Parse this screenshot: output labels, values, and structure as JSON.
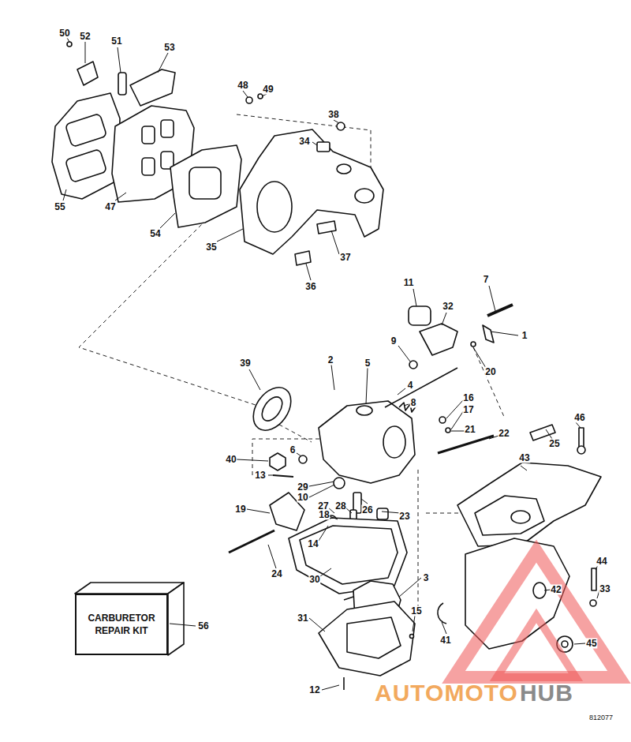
{
  "diagram": {
    "nodes": [
      {
        "text": [
          "CARBURETOR REPAIR KIT"
        ]
      }
    ],
    "edges": [],
    "labels": [
      "50",
      "52",
      "51",
      "53",
      "55",
      "47",
      "48",
      "49",
      "38",
      "34",
      "54",
      "35",
      "37",
      "36",
      "11",
      "7",
      "32",
      "9",
      "1",
      "20",
      "2",
      "5",
      "4",
      "8",
      "16",
      "17",
      "39",
      "21",
      "22",
      "25",
      "46",
      "40",
      "6",
      "13",
      "29",
      "10",
      "27",
      "28",
      "26",
      "43",
      "19",
      "18",
      "14",
      "23",
      "24",
      "30",
      "3",
      "44",
      "33",
      "42",
      "31",
      "15",
      "41",
      "45",
      "12",
      "56",
      "812077",
      "AUTOMOTO",
      "HUB"
    ]
  }
}
